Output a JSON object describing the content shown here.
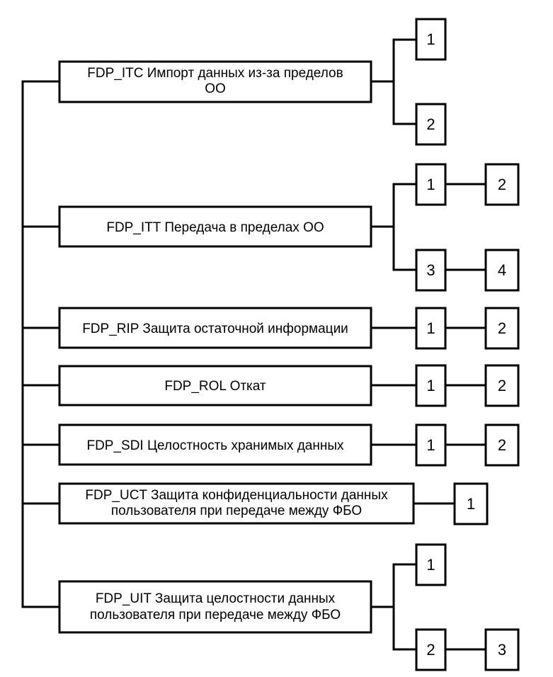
{
  "families": [
    {
      "id": "fdp-itc",
      "label_lines": [
        "FDP_ITC Импорт данных из-за пределов",
        "ОО"
      ],
      "components": [
        "1",
        "2"
      ]
    },
    {
      "id": "fdp-itt",
      "label_lines": [
        "FDP_ITT Передача в пределах ОО"
      ],
      "components": [
        "1",
        "2",
        "3",
        "4"
      ]
    },
    {
      "id": "fdp-rip",
      "label_lines": [
        "FDP_RIP Защита остаточной информации"
      ],
      "components": [
        "1",
        "2"
      ]
    },
    {
      "id": "fdp-rol",
      "label_lines": [
        "FDP_ROL Откат"
      ],
      "components": [
        "1",
        "2"
      ]
    },
    {
      "id": "fdp-sdi",
      "label_lines": [
        "FDP_SDI Целостность хранимых данных"
      ],
      "components": [
        "1",
        "2"
      ]
    },
    {
      "id": "fdp-uct",
      "label_lines": [
        "FDP_UCT Защита конфиденциальности данных",
        "пользователя при передаче между ФБО"
      ],
      "components": [
        "1"
      ]
    },
    {
      "id": "fdp-uit",
      "label_lines": [
        "FDP_UIT Защита целостности данных",
        "пользователя при передаче между ФБО"
      ],
      "components": [
        "1",
        "2",
        "3"
      ]
    }
  ]
}
